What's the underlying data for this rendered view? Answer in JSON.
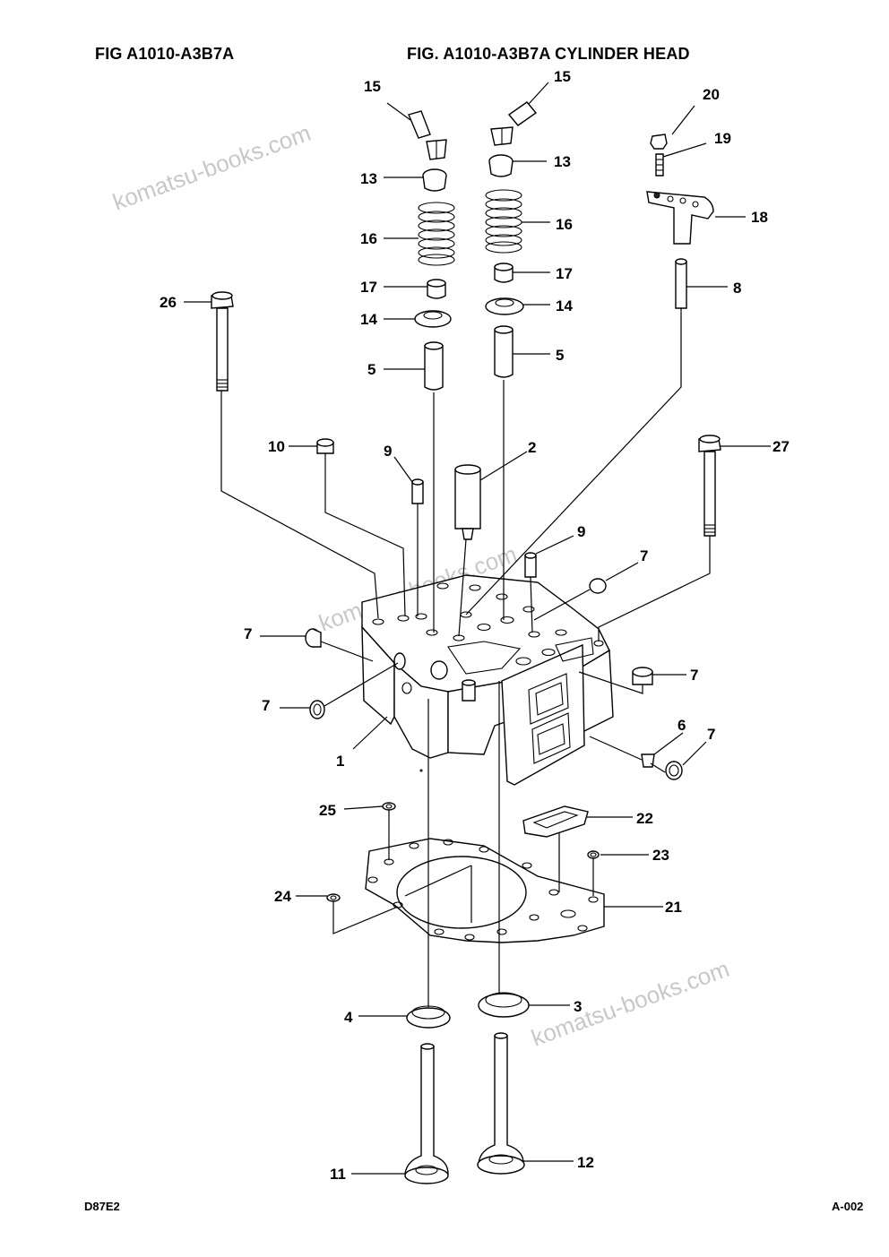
{
  "header": {
    "fig_left": "FIG    A1010-A3B7A",
    "fig_title": "FIG. A1010-A3B7A CYLINDER HEAD"
  },
  "footer": {
    "left": "D87E2",
    "right": "A-002"
  },
  "watermarks": [
    "komatsu-books.com",
    "komatsu-books.com",
    "komatsu-books.com"
  ],
  "callouts": {
    "c15a": "15",
    "c15b": "15",
    "c20": "20",
    "c19": "19",
    "c13a": "13",
    "c13b": "13",
    "c18": "18",
    "c16a": "16",
    "c16b": "16",
    "c8": "8",
    "c17a": "17",
    "c17b": "17",
    "c26": "26",
    "c14a": "14",
    "c14b": "14",
    "c5a": "5",
    "c5b": "5",
    "c10": "10",
    "c9a": "9",
    "c2": "2",
    "c27": "27",
    "c9b": "9",
    "c7a": "7",
    "c7b": "7",
    "c7c": "7",
    "c7d": "7",
    "c7e": "7",
    "c1": "1",
    "c6": "6",
    "c25": "25",
    "c22": "22",
    "c23": "23",
    "c24": "24",
    "c21": "21",
    "c4": "4",
    "c3": "3",
    "c11": "11",
    "c12": "12"
  }
}
